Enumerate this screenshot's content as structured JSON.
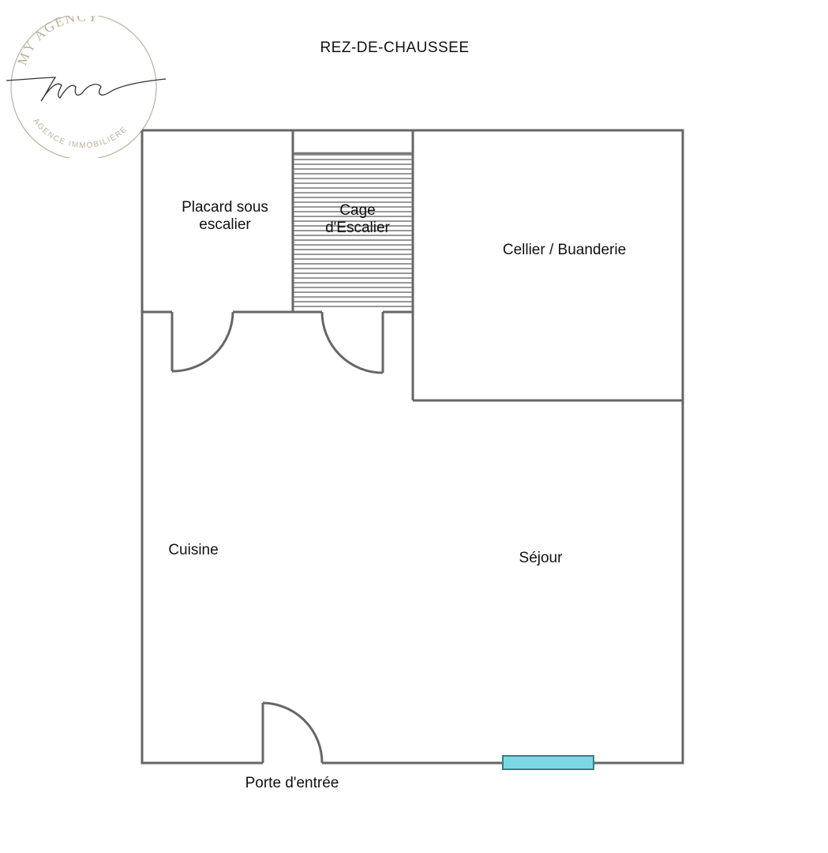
{
  "logo": {
    "arc_top": "MY AGENCY",
    "monogram": "ma",
    "arc_bottom": "AGENCE IMMOBILIÈRE",
    "color": "#b8b39a"
  },
  "plan": {
    "title": "REZ-DE-CHAUSSEE",
    "wall_color": "#666666",
    "window_color": "#7ad8e2",
    "rooms": {
      "placard_line1": "Placard sous",
      "placard_line2": "escalier",
      "cage_line1": "Cage",
      "cage_line2": "d'Escalier",
      "cellier": "Cellier / Buanderie",
      "cuisine": "Cuisine",
      "sejour": "Séjour",
      "entree": "Porte d'entrée"
    }
  }
}
